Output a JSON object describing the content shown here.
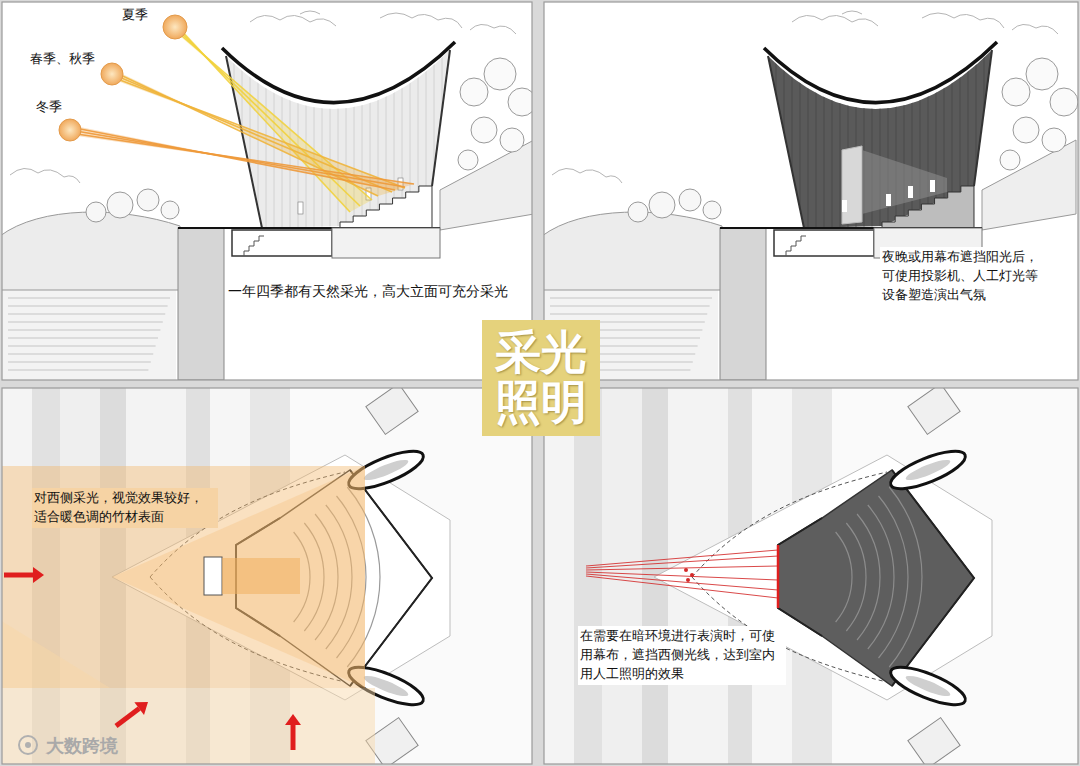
{
  "diagram": {
    "title": "采光 照明",
    "labels": [
      "夏季",
      "春季、秋季",
      "冬季",
      "一年四季都有天然采光，高大立面可充分采光",
      "夜晚或用幕布遮挡阳光后， 可使用投影机、人工灯光等 设备塑造演出气氛",
      "对西侧采光，视觉效果较好， 适合暖色调的竹材表面",
      "在需要在暗环境进行表演时，可使 用幕布，遮挡西侧光线，达到室内 用人工照明的效果",
      "大数跨境"
    ]
  }
}
